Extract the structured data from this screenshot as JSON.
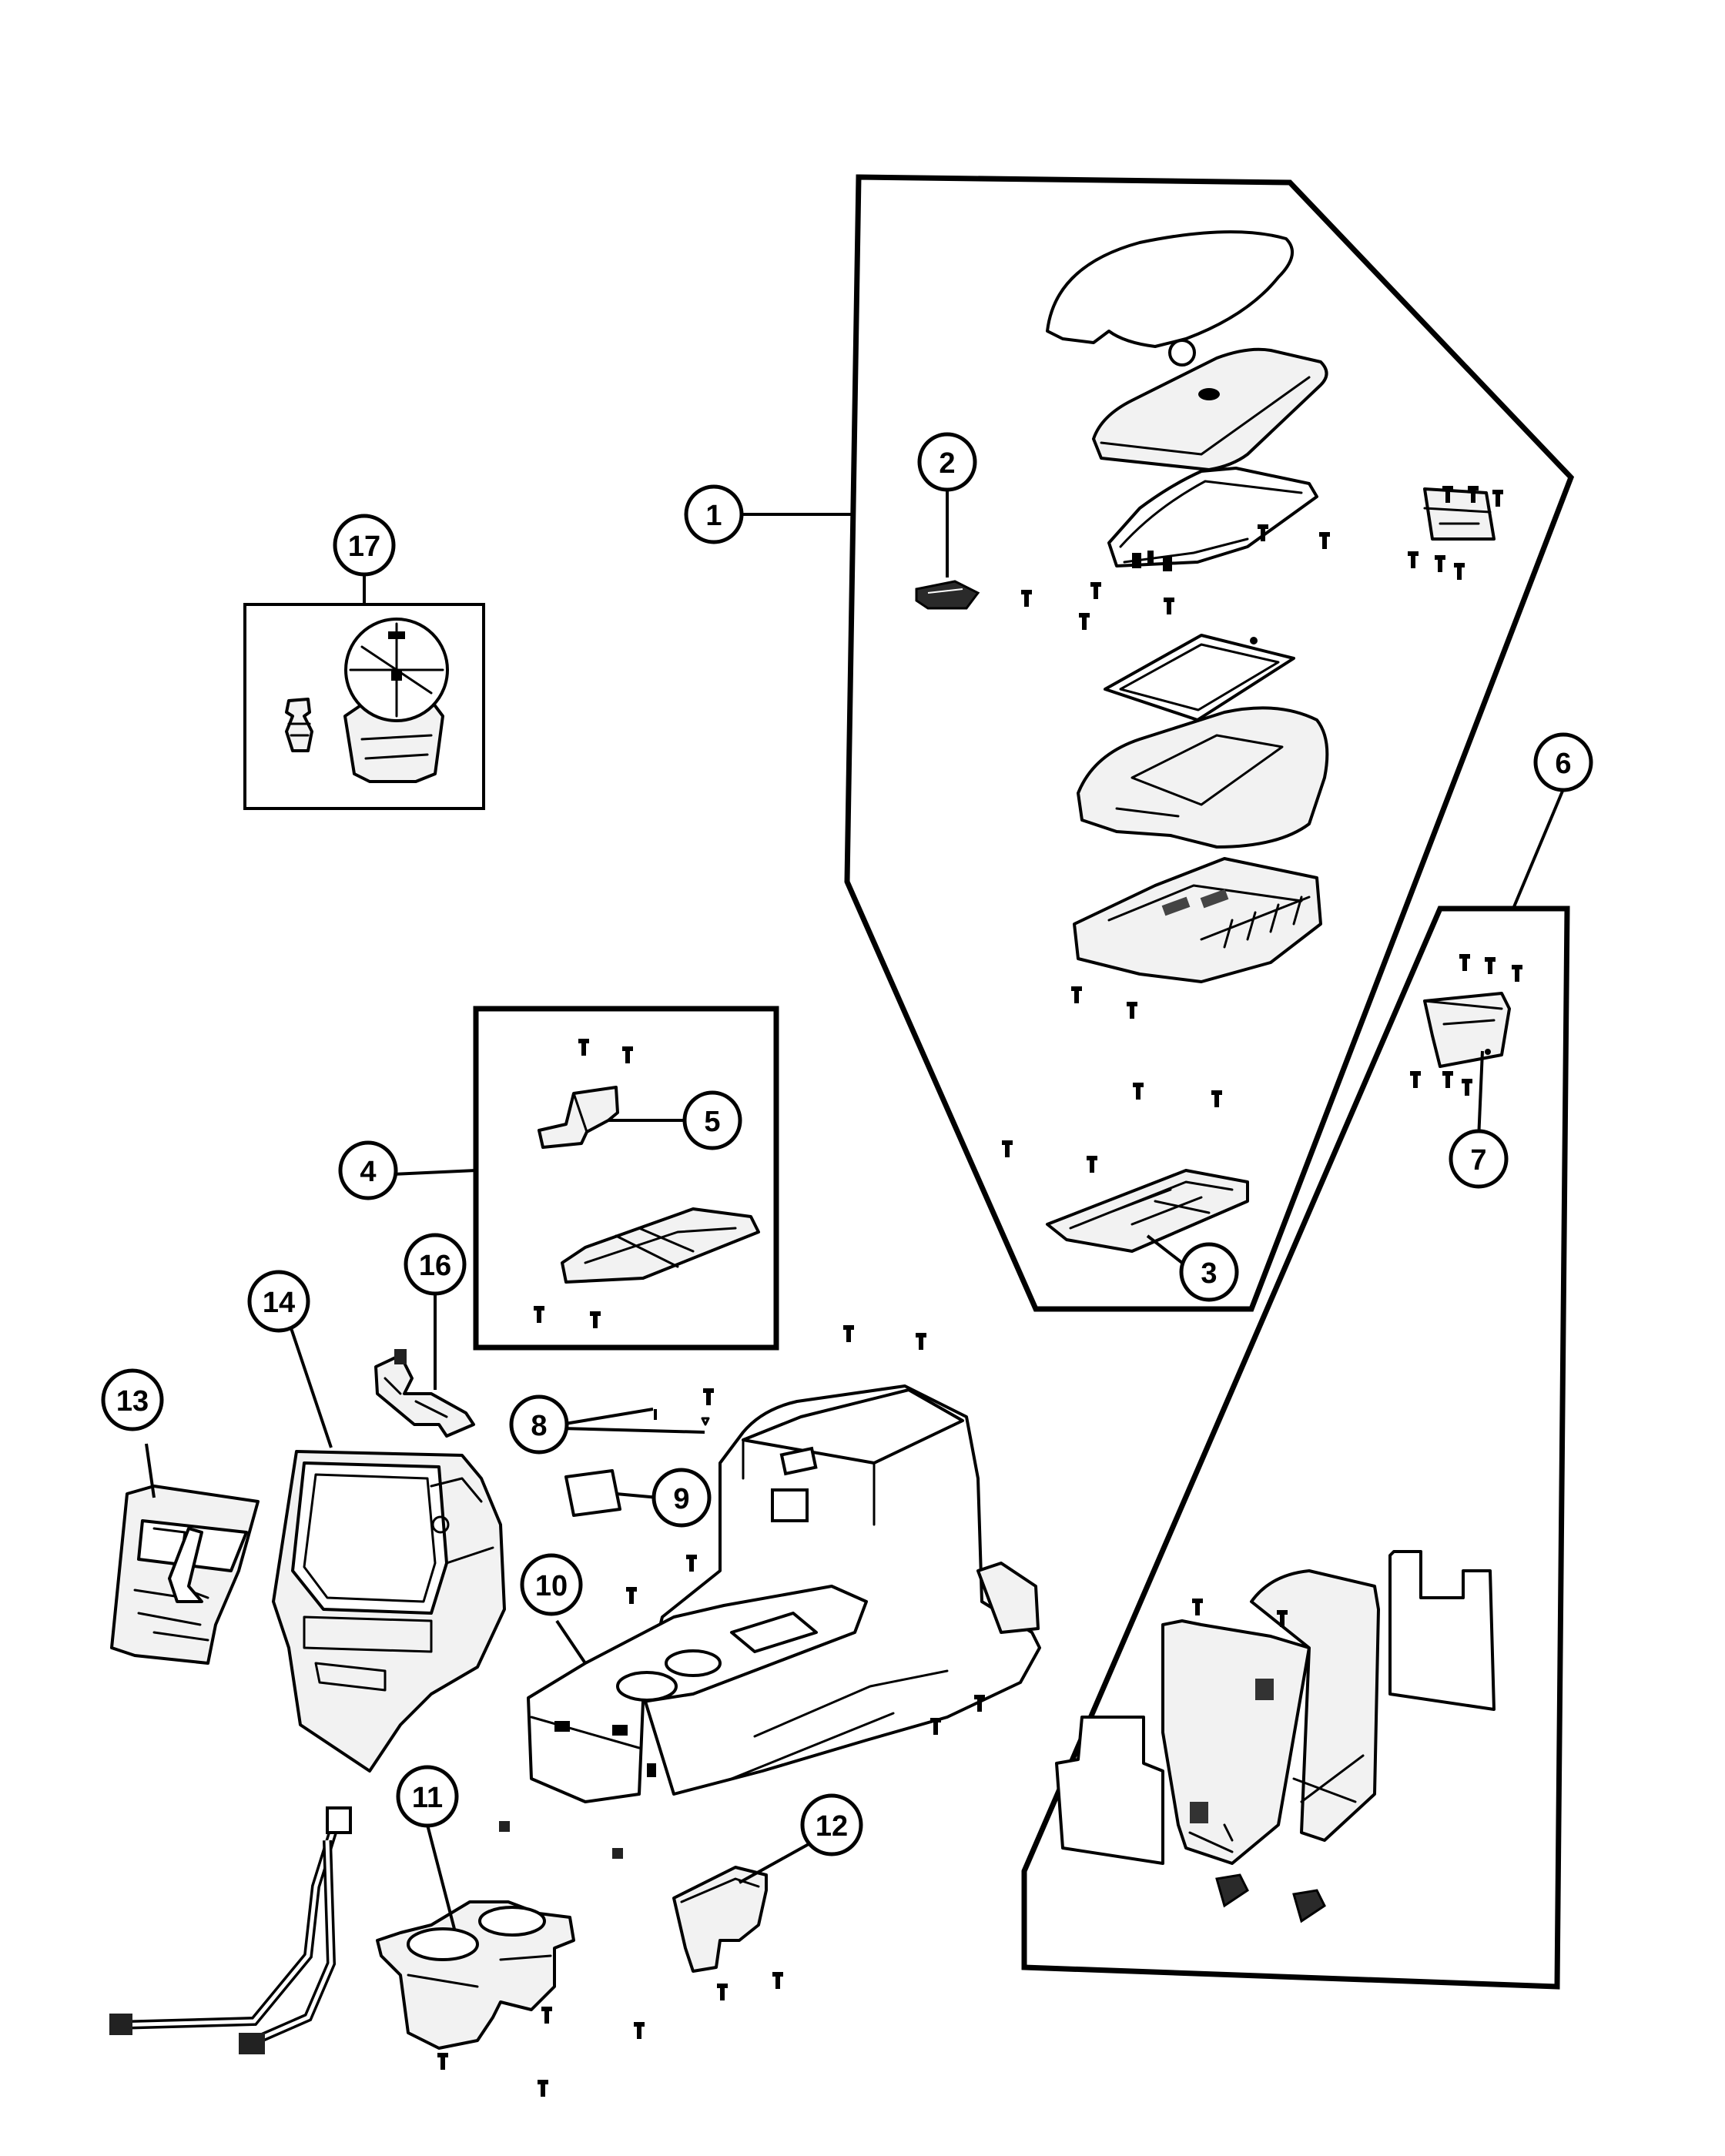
{
  "diagram": {
    "callouts": [
      {
        "id": "1",
        "label": "1"
      },
      {
        "id": "2",
        "label": "2"
      },
      {
        "id": "3",
        "label": "3"
      },
      {
        "id": "4",
        "label": "4"
      },
      {
        "id": "5",
        "label": "5"
      },
      {
        "id": "6",
        "label": "6"
      },
      {
        "id": "7",
        "label": "7"
      },
      {
        "id": "8",
        "label": "8"
      },
      {
        "id": "9",
        "label": "9"
      },
      {
        "id": "10",
        "label": "10"
      },
      {
        "id": "11",
        "label": "11"
      },
      {
        "id": "12",
        "label": "12"
      },
      {
        "id": "13",
        "label": "13"
      },
      {
        "id": "14",
        "label": "14"
      },
      {
        "id": "16",
        "label": "16"
      },
      {
        "id": "17",
        "label": "17"
      }
    ]
  }
}
